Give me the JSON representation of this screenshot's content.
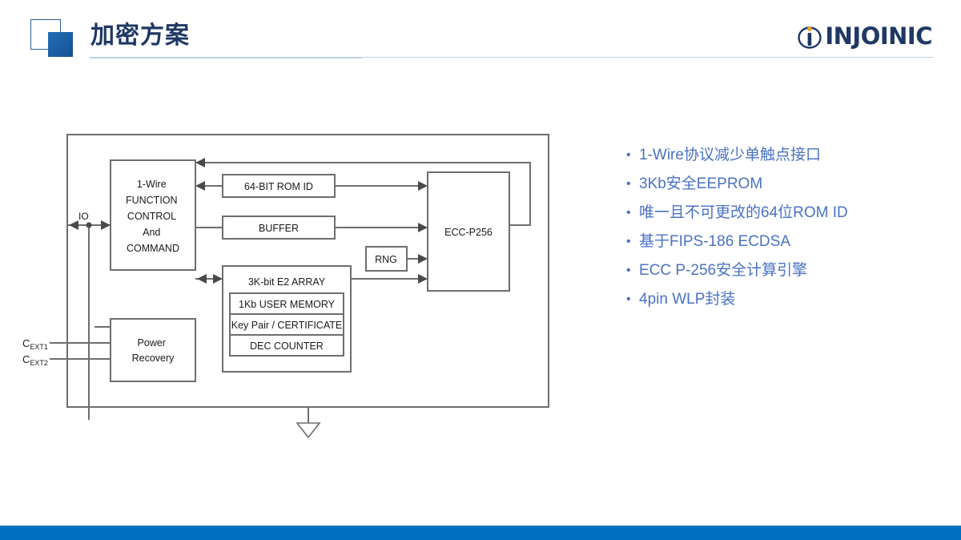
{
  "header": {
    "title": "加密方案",
    "logo_text": "INJOINIC",
    "logo_mark": "injoinic-j-mark",
    "title_color": "#1F3864",
    "rule_color": "#BBD3EA"
  },
  "footer": {
    "bar_color": "#0071C1"
  },
  "diagram": {
    "name": "1-wire-secure-eeprom-block-diagram",
    "pins": [
      {
        "label": "IO"
      },
      {
        "label": "C",
        "sub": "EXT1"
      },
      {
        "label": "C",
        "sub": "EXT2"
      }
    ],
    "blocks": {
      "controller": "1-Wire\nFUNCTION\nCONTROL\nAnd\nCOMMAND",
      "controller_lines": [
        "1-Wire",
        "FUNCTION",
        "CONTROL",
        "And",
        "COMMAND"
      ],
      "rom_id": "64-BIT ROM ID",
      "buffer": "BUFFER",
      "rng": "RNG",
      "ecc": "ECC-P256",
      "e2_array": "3K-bit E2 ARRAY",
      "e2_rows": [
        "1Kb USER MEMORY",
        "Key Pair / CERTIFICATE",
        "DEC COUNTER"
      ],
      "power": "Power\nRecovery",
      "power_lines": [
        "Power",
        "Recovery"
      ]
    },
    "ground_symbol": "ground-triangle",
    "line_color": "#6E6E6E",
    "text_color": "#1A1A1A"
  },
  "features": {
    "bullet_char": "•",
    "text_color": "#4A72C3",
    "items": [
      "1-Wire协议减少单触点接口",
      "3Kb安全EEPROM",
      "唯一且不可更改的64位ROM ID",
      "基于FIPS-186 ECDSA",
      "ECC P-256安全计算引擎",
      "4pin WLP封装"
    ]
  }
}
